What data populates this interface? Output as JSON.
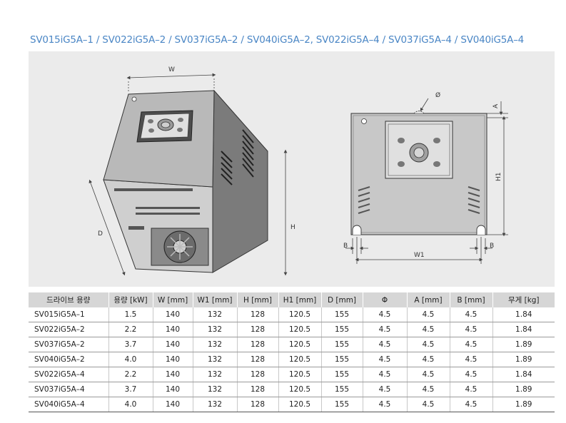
{
  "title": "SV015iG5A–1 / SV022iG5A–2 / SV037iG5A–2 / SV040iG5A–2, SV022iG5A–4 / SV037iG5A–4 / SV040iG5A–4",
  "drawing_labels": {
    "w": "W",
    "h": "H",
    "d": "D",
    "phi": "Ø",
    "a": "A",
    "h1": "H1",
    "w1": "W1",
    "b_left": "B",
    "b_right": "B"
  },
  "table": {
    "headers": [
      "드라이브 용량",
      "용량 [kW]",
      "W [mm]",
      "W1 [mm]",
      "H [mm]",
      "H1 [mm]",
      "D [mm]",
      "Φ",
      "A [mm]",
      "B [mm]",
      "무게 [kg]"
    ],
    "rows": [
      [
        "SV015iG5A–1",
        "1.5",
        "140",
        "132",
        "128",
        "120.5",
        "155",
        "4.5",
        "4.5",
        "4.5",
        "1.84"
      ],
      [
        "SV022iG5A–2",
        "2.2",
        "140",
        "132",
        "128",
        "120.5",
        "155",
        "4.5",
        "4.5",
        "4.5",
        "1.84"
      ],
      [
        "SV037iG5A–2",
        "3.7",
        "140",
        "132",
        "128",
        "120.5",
        "155",
        "4.5",
        "4.5",
        "4.5",
        "1.89"
      ],
      [
        "SV040iG5A–2",
        "4.0",
        "140",
        "132",
        "128",
        "120.5",
        "155",
        "4.5",
        "4.5",
        "4.5",
        "1.89"
      ],
      [
        "SV022iG5A–4",
        "2.2",
        "140",
        "132",
        "128",
        "120.5",
        "155",
        "4.5",
        "4.5",
        "4.5",
        "1.84"
      ],
      [
        "SV037iG5A–4",
        "3.7",
        "140",
        "132",
        "128",
        "120.5",
        "155",
        "4.5",
        "4.5",
        "4.5",
        "1.89"
      ],
      [
        "SV040iG5A–4",
        "4.0",
        "140",
        "132",
        "128",
        "120.5",
        "155",
        "4.5",
        "4.5",
        "4.5",
        "1.89"
      ]
    ]
  }
}
